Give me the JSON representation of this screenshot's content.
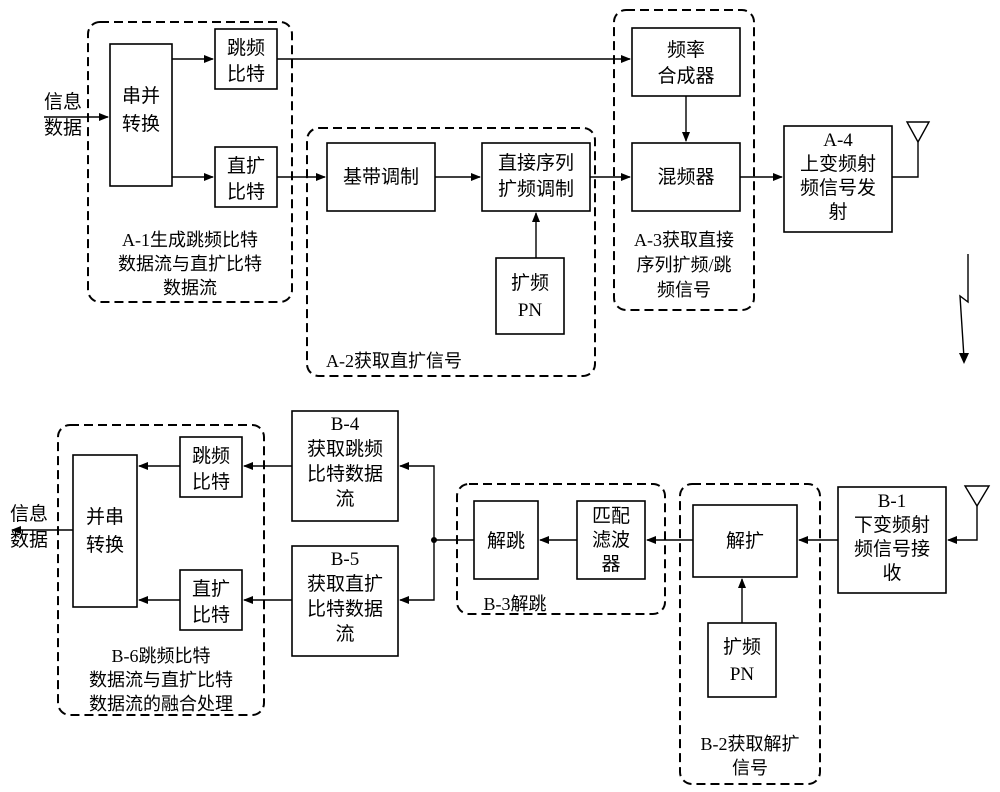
{
  "transmitter": {
    "input_label": [
      "信息",
      "数据"
    ],
    "serial_parallel": [
      "串并",
      "转换"
    ],
    "fh_bits": [
      "跳频",
      "比特"
    ],
    "ds_bits": [
      "直扩",
      "比特"
    ],
    "baseband_mod": [
      "基带调制"
    ],
    "ds_spread_mod": [
      "直接序列",
      "扩频调制"
    ],
    "spread_pn": [
      "扩频",
      "PN"
    ],
    "freq_synth": [
      "频率",
      "合成器"
    ],
    "mixer": [
      "混频器"
    ],
    "upconvert": [
      "A-4",
      "上变频射",
      "频信号发",
      "射"
    ],
    "group_a1": [
      "A-1生成跳频比特",
      "数据流与直扩比特",
      "数据流"
    ],
    "group_a2": [
      "A-2获取直扩信号"
    ],
    "group_a3": [
      "A-3获取直接",
      "序列扩频/跳",
      "频信号"
    ]
  },
  "receiver": {
    "downconvert": [
      "B-1",
      "下变频射",
      "频信号接",
      "收"
    ],
    "despread": [
      "解扩"
    ],
    "spread_pn": [
      "扩频",
      "PN"
    ],
    "matched_filter": [
      "匹配",
      "滤波",
      "器"
    ],
    "dehop": [
      "解跳"
    ],
    "get_fh_stream": [
      "B-4",
      "获取跳频",
      "比特数据",
      "流"
    ],
    "get_ds_stream": [
      "B-5",
      "获取直扩",
      "比特数据",
      "流"
    ],
    "fh_bits": [
      "跳频",
      "比特"
    ],
    "ds_bits": [
      "直扩",
      "比特"
    ],
    "parallel_serial": [
      "并串",
      "转换"
    ],
    "output_label": [
      "信息",
      "数据"
    ],
    "group_b2": [
      "B-2获取解扩",
      "信号"
    ],
    "group_b3": [
      "B-3解跳"
    ],
    "group_b6": [
      "B-6跳频比特",
      "数据流与直扩比特",
      "数据流的融合处理"
    ]
  }
}
